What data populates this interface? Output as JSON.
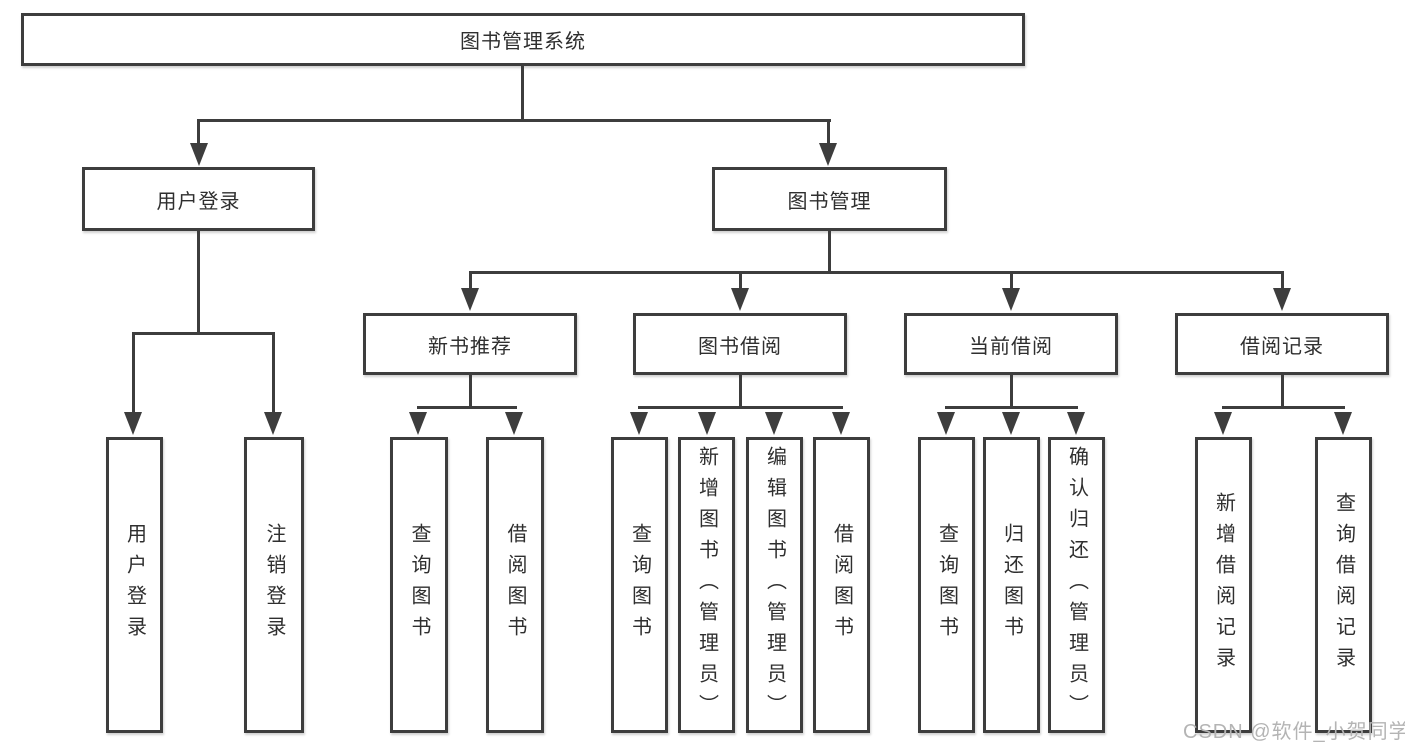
{
  "diagram_type": "tree-structure-chart",
  "tree": {
    "root": {
      "label": "图书管理系统"
    },
    "children": [
      {
        "label": "用户登录",
        "leaves": [
          {
            "label": "用户登录"
          },
          {
            "label": "注销登录"
          }
        ]
      },
      {
        "label": "图书管理",
        "children": [
          {
            "label": "新书推荐",
            "leaves": [
              {
                "label": "查询图书"
              },
              {
                "label": "借阅图书"
              }
            ]
          },
          {
            "label": "图书借阅",
            "leaves": [
              {
                "label": "查询图书"
              },
              {
                "label": "新增图书（管理员）"
              },
              {
                "label": "编辑图书（管理员）"
              },
              {
                "label": "借阅图书"
              }
            ]
          },
          {
            "label": "当前借阅",
            "leaves": [
              {
                "label": "查询图书"
              },
              {
                "label": "归还图书"
              },
              {
                "label": "确认归还（管理员）"
              }
            ]
          },
          {
            "label": "借阅记录",
            "leaves": [
              {
                "label": "新增借阅记录"
              },
              {
                "label": "查询借阅记录"
              }
            ]
          }
        ]
      }
    ]
  },
  "watermark": {
    "text": "CSDN @软件_小贺同学"
  },
  "colors": {
    "line": "#3d3d3d",
    "text": "#2f2f2f",
    "background": "#ffffff",
    "watermark": "#b4b4b4"
  }
}
